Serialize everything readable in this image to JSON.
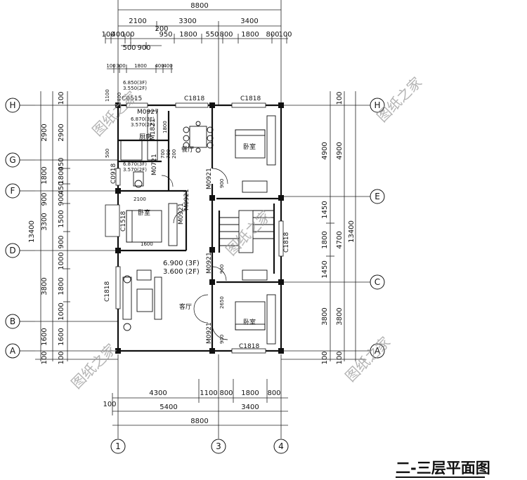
{
  "title": "二-三层平面图",
  "watermark": "图纸之家",
  "top_dims": {
    "total": "8800",
    "row2": [
      "2100",
      "3300",
      "3400"
    ],
    "mid": "200",
    "row3": [
      "100",
      "400",
      "100",
      "950",
      "1800",
      "550",
      "800",
      "1800",
      "800",
      "100"
    ],
    "row4": [
      "500",
      "900"
    ],
    "row5": [
      "100",
      "300",
      "1800",
      "400",
      "400"
    ]
  },
  "bottom_dims": {
    "row1": [
      "4300",
      "1100",
      "800",
      "1800",
      "800"
    ],
    "left100": "100",
    "row2": [
      "5400",
      "3400"
    ],
    "total": "8800"
  },
  "left_dims": {
    "outer": [
      "2900",
      "1800",
      "900",
      "3300",
      "3800",
      "1600",
      "100"
    ],
    "total": "13400",
    "inner": [
      "2900",
      "1800",
      "450",
      "900",
      "1500",
      "900",
      "1000",
      "1800",
      "1000",
      "1600",
      "100"
    ],
    "top100": "100",
    "top450": "450"
  },
  "right_dims": {
    "inner": [
      "4900",
      "1450",
      "1800",
      "1450",
      "3800",
      "100"
    ],
    "mid": [
      "4900",
      "4700",
      "3800",
      "100"
    ],
    "total": "13400",
    "top100": "100"
  },
  "axes": {
    "left": [
      "H",
      "G",
      "F",
      "D",
      "B",
      "A"
    ],
    "right": [
      "H",
      "E",
      "C",
      "A"
    ],
    "bottom": [
      "1",
      "3",
      "4"
    ]
  },
  "rooms": {
    "dining": "餐厅",
    "living": "客厅",
    "bedroom1": "卧室",
    "bedroom2": "卧室",
    "bedroom3": "卧室",
    "kitchen": "厨房"
  },
  "labels": {
    "c1818_top1": "C1818",
    "c1818_top2": "C1818",
    "c1818_bottom": "C1818",
    "c1818_left": "C1818",
    "c1818_right": "C1818",
    "c0515": "C0515",
    "c0918": "C0918",
    "c1518": "C1518",
    "m0927": "M0927",
    "m1821": "M1821",
    "m0721": "M0721",
    "m0921_a": "M0921",
    "m0921_b": "M0921",
    "m0921_c": "M0921",
    "m0921_d": "M0921",
    "m0921_e": "M0921",
    "elev1": "6.850(3F)",
    "elev2": "3.550(2F)",
    "elev3": "6.870(3F)",
    "elev4": "3.570(2F)",
    "elev5": "6.870(3F)",
    "elev6": "3.570(2F)",
    "elev7": "6.900 (3F)",
    "elev8": "3.600 (2F)",
    "d1600": "1600",
    "d2100": "2100",
    "d1800": "1800",
    "d900a": "900",
    "d900b": "900",
    "d900c": "900",
    "d2650": "2650",
    "d700a": "700",
    "d700b": "700",
    "d200": "200",
    "d500": "500",
    "d1100": "1100",
    "d400": "400"
  }
}
